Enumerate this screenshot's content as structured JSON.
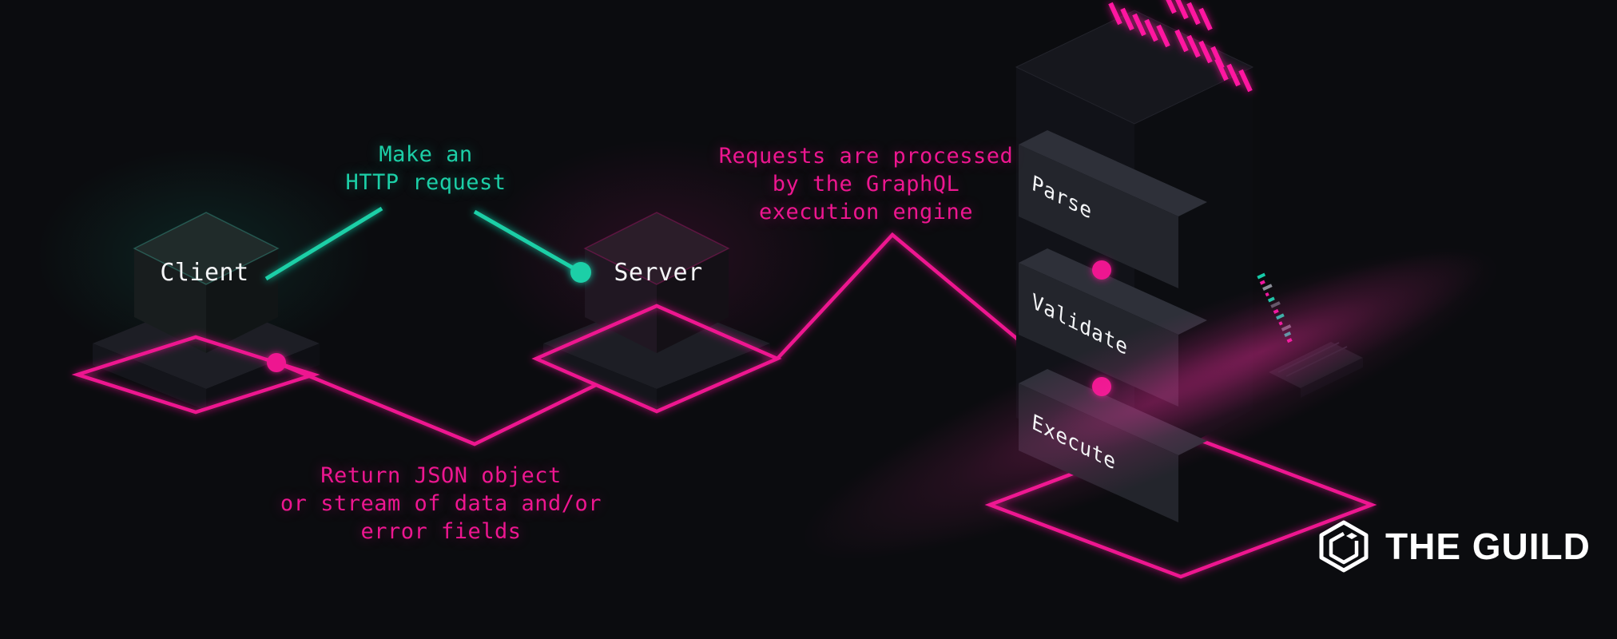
{
  "colors": {
    "background": "#0b0c0f",
    "pink": "#ee1690",
    "teal": "#1ccfa7",
    "white": "#ffffff"
  },
  "diagram": {
    "client_label": "Client",
    "server_label": "Server",
    "request_note": "Make an\nHTTP request",
    "engine_note": "Requests are processed\nby the GraphQL\nexecution engine",
    "response_note": "Return JSON object\nor stream of data and/or\nerror fields",
    "engine_steps": [
      {
        "label": "Parse"
      },
      {
        "label": "Validate"
      },
      {
        "label": "Execute"
      }
    ]
  },
  "brand": {
    "name": "THE GUILD"
  },
  "icons": {
    "brand_logo": "guild-hexagon-logo"
  }
}
